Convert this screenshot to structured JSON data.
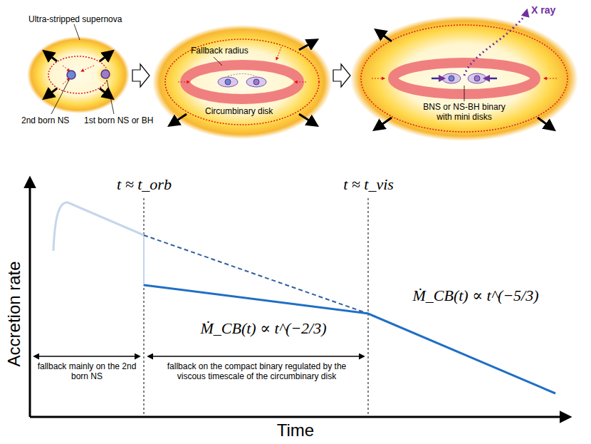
{
  "diagram": {
    "labels": [
      "Ultra-stripped supernova",
      "2nd born NS",
      "1st born NS or BH",
      "Fallback radius",
      "Circumbinary disk",
      "X ray",
      "BNS or NS-BH binary with mini disks",
      "t ≈ t_orb",
      "t ≈ t_vis",
      "Ṁ_CB(t) ∝ t^(−2/3)",
      "Ṁ_CB(t) ∝ t^(−5/3)",
      "Accretion rate",
      "fallback mainly on the 2nd born NS",
      "fallback on the compact binary regulated by the viscous timescale of the circumbinary disk",
      "Time"
    ]
  }
}
